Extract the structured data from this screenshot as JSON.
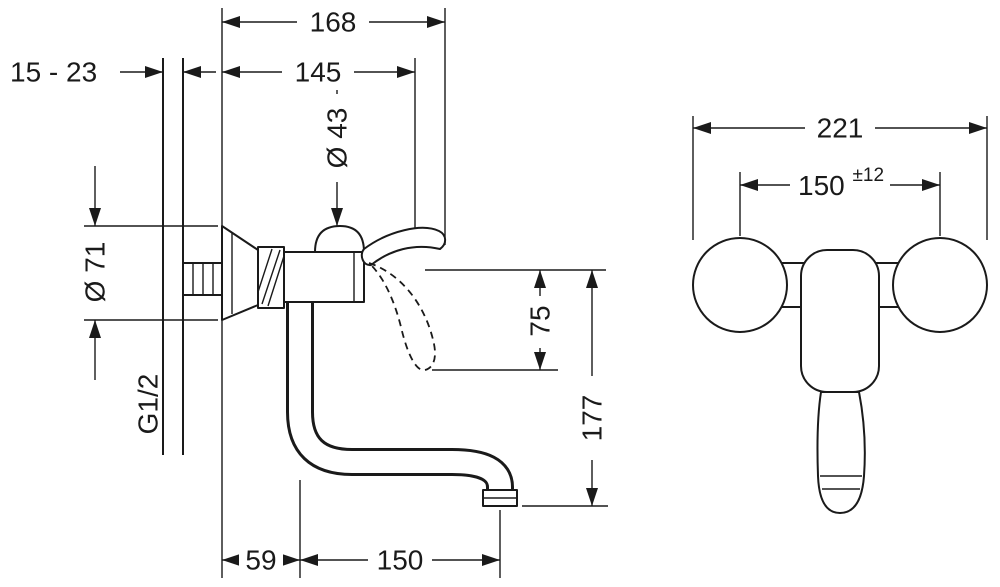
{
  "colors": {
    "background": "#ffffff",
    "line": "#1a1a1a"
  },
  "side_view": {
    "dims": {
      "wall_thickness": "15 - 23",
      "projection_total": "168",
      "projection_body": "145",
      "dome_diameter": "Ø 43",
      "escutcheon_diameter": "Ø 71",
      "connection_thread": "G1/2",
      "drop_to_handle": "75",
      "drop_to_outlet": "177",
      "wall_to_riser": "59",
      "spout_reach": "150"
    }
  },
  "front_view": {
    "dims": {
      "overall_width": "221",
      "centers": {
        "value": "150",
        "tolerance": "±12"
      }
    }
  }
}
